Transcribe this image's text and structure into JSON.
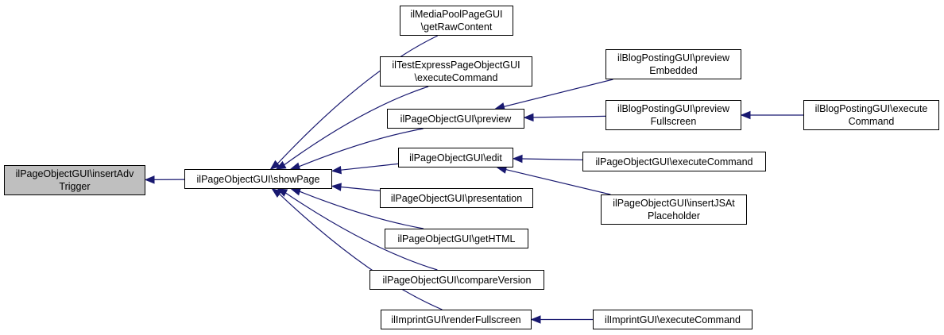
{
  "colors": {
    "edge": "#191970",
    "border": "#000000",
    "root_fill": "#bfbfbf",
    "node_fill": "#ffffff"
  },
  "nodes": [
    {
      "id": "insertAdvTrigger",
      "lines": [
        "ilPageObjectGUI\\insertAdv",
        "Trigger"
      ]
    },
    {
      "id": "showPage",
      "lines": [
        "ilPageObjectGUI\\showPage"
      ]
    },
    {
      "id": "mpGetRaw",
      "lines": [
        "ilMediaPoolPageGUI",
        "\\getRawContent"
      ]
    },
    {
      "id": "teExec",
      "lines": [
        "ilTestExpressPageObjectGUI",
        "\\executeCommand"
      ]
    },
    {
      "id": "preview",
      "lines": [
        "ilPageObjectGUI\\preview"
      ]
    },
    {
      "id": "edit",
      "lines": [
        "ilPageObjectGUI\\edit"
      ]
    },
    {
      "id": "presentation",
      "lines": [
        "ilPageObjectGUI\\presentation"
      ]
    },
    {
      "id": "getHTML",
      "lines": [
        "ilPageObjectGUI\\getHTML"
      ]
    },
    {
      "id": "compareVersion",
      "lines": [
        "ilPageObjectGUI\\compareVersion"
      ]
    },
    {
      "id": "renderFullscreen",
      "lines": [
        "ilImprintGUI\\renderFullscreen"
      ]
    },
    {
      "id": "bpPrevEmb",
      "lines": [
        "ilBlogPostingGUI\\preview",
        "Embedded"
      ]
    },
    {
      "id": "bpPrevFull",
      "lines": [
        "ilBlogPostingGUI\\preview",
        "Fullscreen"
      ]
    },
    {
      "id": "bpExec",
      "lines": [
        "ilBlogPostingGUI\\execute",
        "Command"
      ]
    },
    {
      "id": "poExec",
      "lines": [
        "ilPageObjectGUI\\executeCommand"
      ]
    },
    {
      "id": "insertJS",
      "lines": [
        "ilPageObjectGUI\\insertJSAt",
        "Placeholder"
      ]
    },
    {
      "id": "imprintExec",
      "lines": [
        "ilImprintGUI\\executeCommand"
      ]
    }
  ],
  "edges": [
    {
      "from": "showPage",
      "to": "insertAdvTrigger"
    },
    {
      "from": "mpGetRaw",
      "to": "showPage"
    },
    {
      "from": "teExec",
      "to": "showPage"
    },
    {
      "from": "preview",
      "to": "showPage"
    },
    {
      "from": "edit",
      "to": "showPage"
    },
    {
      "from": "presentation",
      "to": "showPage"
    },
    {
      "from": "getHTML",
      "to": "showPage"
    },
    {
      "from": "compareVersion",
      "to": "showPage"
    },
    {
      "from": "renderFullscreen",
      "to": "showPage"
    },
    {
      "from": "bpPrevEmb",
      "to": "preview"
    },
    {
      "from": "bpPrevFull",
      "to": "preview"
    },
    {
      "from": "bpExec",
      "to": "bpPrevFull"
    },
    {
      "from": "poExec",
      "to": "edit"
    },
    {
      "from": "insertJS",
      "to": "edit"
    },
    {
      "from": "imprintExec",
      "to": "renderFullscreen"
    }
  ]
}
